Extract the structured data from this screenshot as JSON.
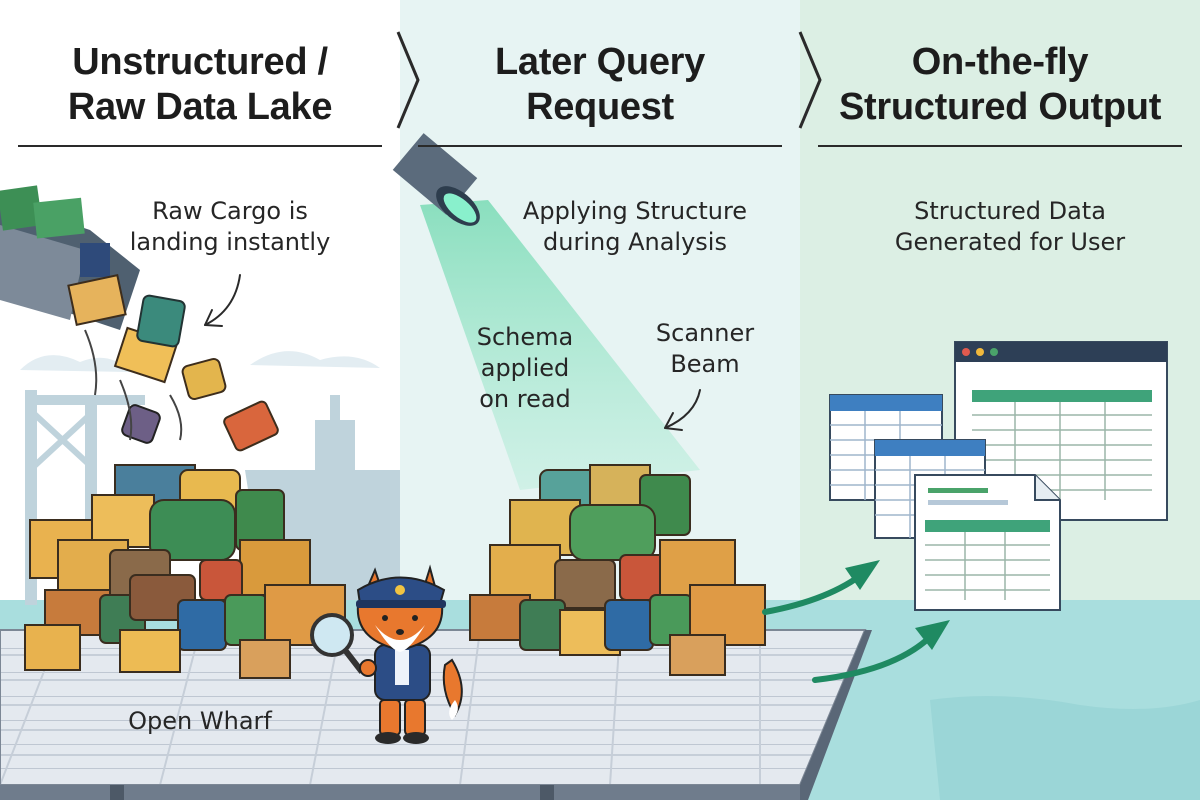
{
  "panels": [
    {
      "title_line1": "Unstructured /",
      "title_line2": "Raw Data Lake"
    },
    {
      "title_line1": "Later Query",
      "title_line2": "Request"
    },
    {
      "title_line1": "On-the-fly",
      "title_line2": "Structured Output"
    }
  ],
  "captions": {
    "raw_cargo_line1": "Raw Cargo is",
    "raw_cargo_line2": "landing instantly",
    "applying_line1": "Applying Structure",
    "applying_line2": "during Analysis",
    "schema_line1": "Schema",
    "schema_line2": "applied",
    "schema_line3": "on read",
    "scanner_line1": "Scanner",
    "scanner_line2": "Beam",
    "structured_line1": "Structured Data",
    "structured_line2": "Generated for User",
    "wharf": "Open Wharf"
  },
  "colors": {
    "panel_left_bg": "#ffffff",
    "panel_mid_bg": "#e7f4f3",
    "panel_right_bg": "#dcefe4",
    "water": "#a9dede",
    "beam": "#8ddfc1",
    "arrow_green": "#1f8a62",
    "fox_orange": "#e8782e",
    "uniform_blue": "#2c4d86"
  },
  "icons": [
    "chevron-right-icon",
    "spotlight-icon",
    "magnifier-icon",
    "spreadsheet-icon"
  ]
}
